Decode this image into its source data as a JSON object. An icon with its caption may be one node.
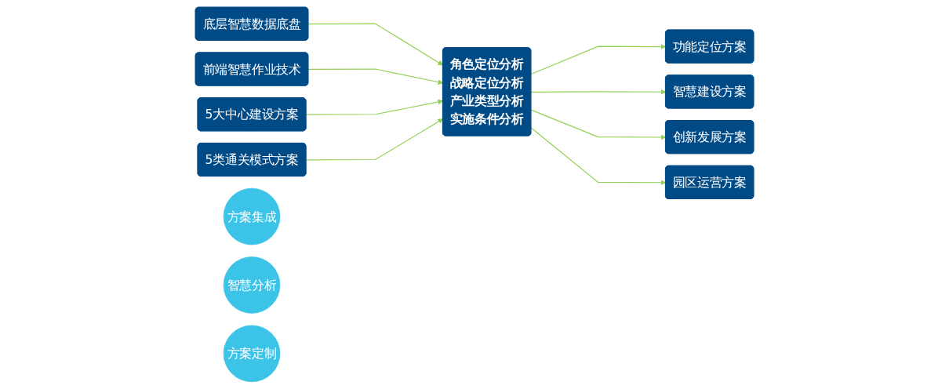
{
  "diagram": {
    "nodes": [
      {
        "text": [
          "底层智慧数据底盘"
        ]
      },
      {
        "text": [
          "前端智慧作业技术"
        ]
      },
      {
        "text": [
          "5大中心建设方案"
        ]
      },
      {
        "text": [
          "5类通关模式方案"
        ]
      },
      {
        "text": [
          "角色定位分析",
          "战略定位分析",
          "产业类型分析",
          "实施条件分析"
        ]
      },
      {
        "text": [
          "功能定位方案"
        ]
      },
      {
        "text": [
          "智慧建设方案"
        ]
      },
      {
        "text": [
          "创新发展方案"
        ]
      },
      {
        "text": [
          "园区运营方案"
        ]
      },
      {
        "text": [
          "方案集成"
        ]
      },
      {
        "text": [
          "智慧分析"
        ]
      },
      {
        "text": [
          "方案定制"
        ]
      }
    ],
    "edges": [
      {
        "from": 0,
        "to": 4,
        "arrow": "to"
      },
      {
        "from": 1,
        "to": 4,
        "arrow": "to"
      },
      {
        "from": 2,
        "to": 4,
        "arrow": "to"
      },
      {
        "from": 3,
        "to": 4,
        "arrow": "to"
      },
      {
        "from": 4,
        "to": 5,
        "arrow": "to"
      },
      {
        "from": 4,
        "to": 6,
        "arrow": "to"
      },
      {
        "from": 4,
        "to": 7,
        "arrow": "to"
      },
      {
        "from": 4,
        "to": 8,
        "arrow": "to"
      }
    ]
  }
}
